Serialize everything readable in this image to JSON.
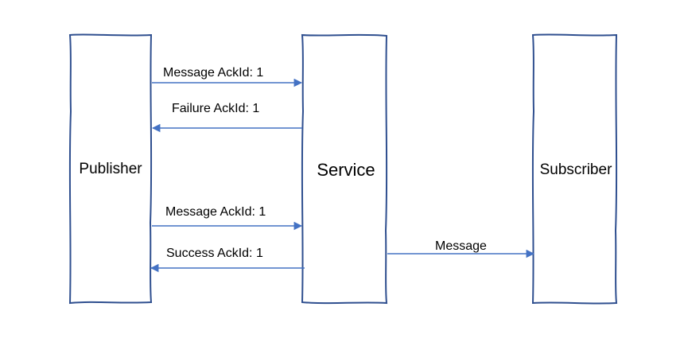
{
  "nodes": {
    "publisher": {
      "label": "Publisher"
    },
    "service": {
      "label": "Service"
    },
    "subscriber": {
      "label": "Subscriber"
    }
  },
  "edges": [
    {
      "from": "publisher",
      "to": "service",
      "label": "Message AckId: 1"
    },
    {
      "from": "service",
      "to": "publisher",
      "label": "Failure AckId: 1"
    },
    {
      "from": "publisher",
      "to": "service",
      "label": "Message AckId: 1"
    },
    {
      "from": "service",
      "to": "publisher",
      "label": "Success AckId: 1"
    },
    {
      "from": "service",
      "to": "subscriber",
      "label": "Message"
    }
  ],
  "colors": {
    "box_stroke": "#2f4f8f",
    "arrow": "#4472c4"
  }
}
